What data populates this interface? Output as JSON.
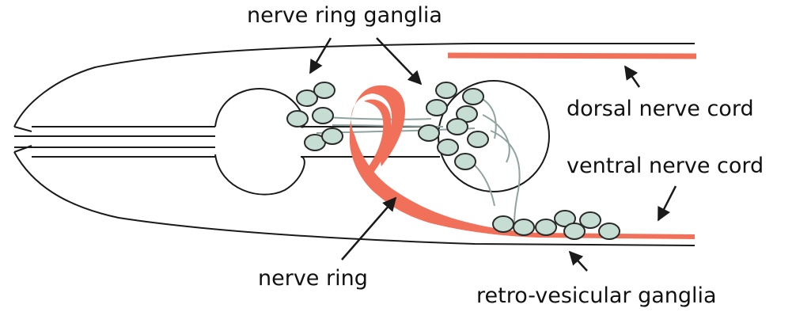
{
  "labels": {
    "nerve_ring_ganglia": "nerve ring ganglia",
    "dorsal_nerve_cord": "dorsal nerve cord",
    "ventral_nerve_cord": "ventral nerve cord",
    "nerve_ring": "nerve ring",
    "retro_vesicular_ganglia": "retro-vesicular  ganglia"
  },
  "colors": {
    "outline": "#1a1a1a",
    "nerve": "#f0705a",
    "neuron_fill": "#c5ddd3",
    "neuron_stroke": "#2a2a2a",
    "process": "#8fa3a0"
  }
}
